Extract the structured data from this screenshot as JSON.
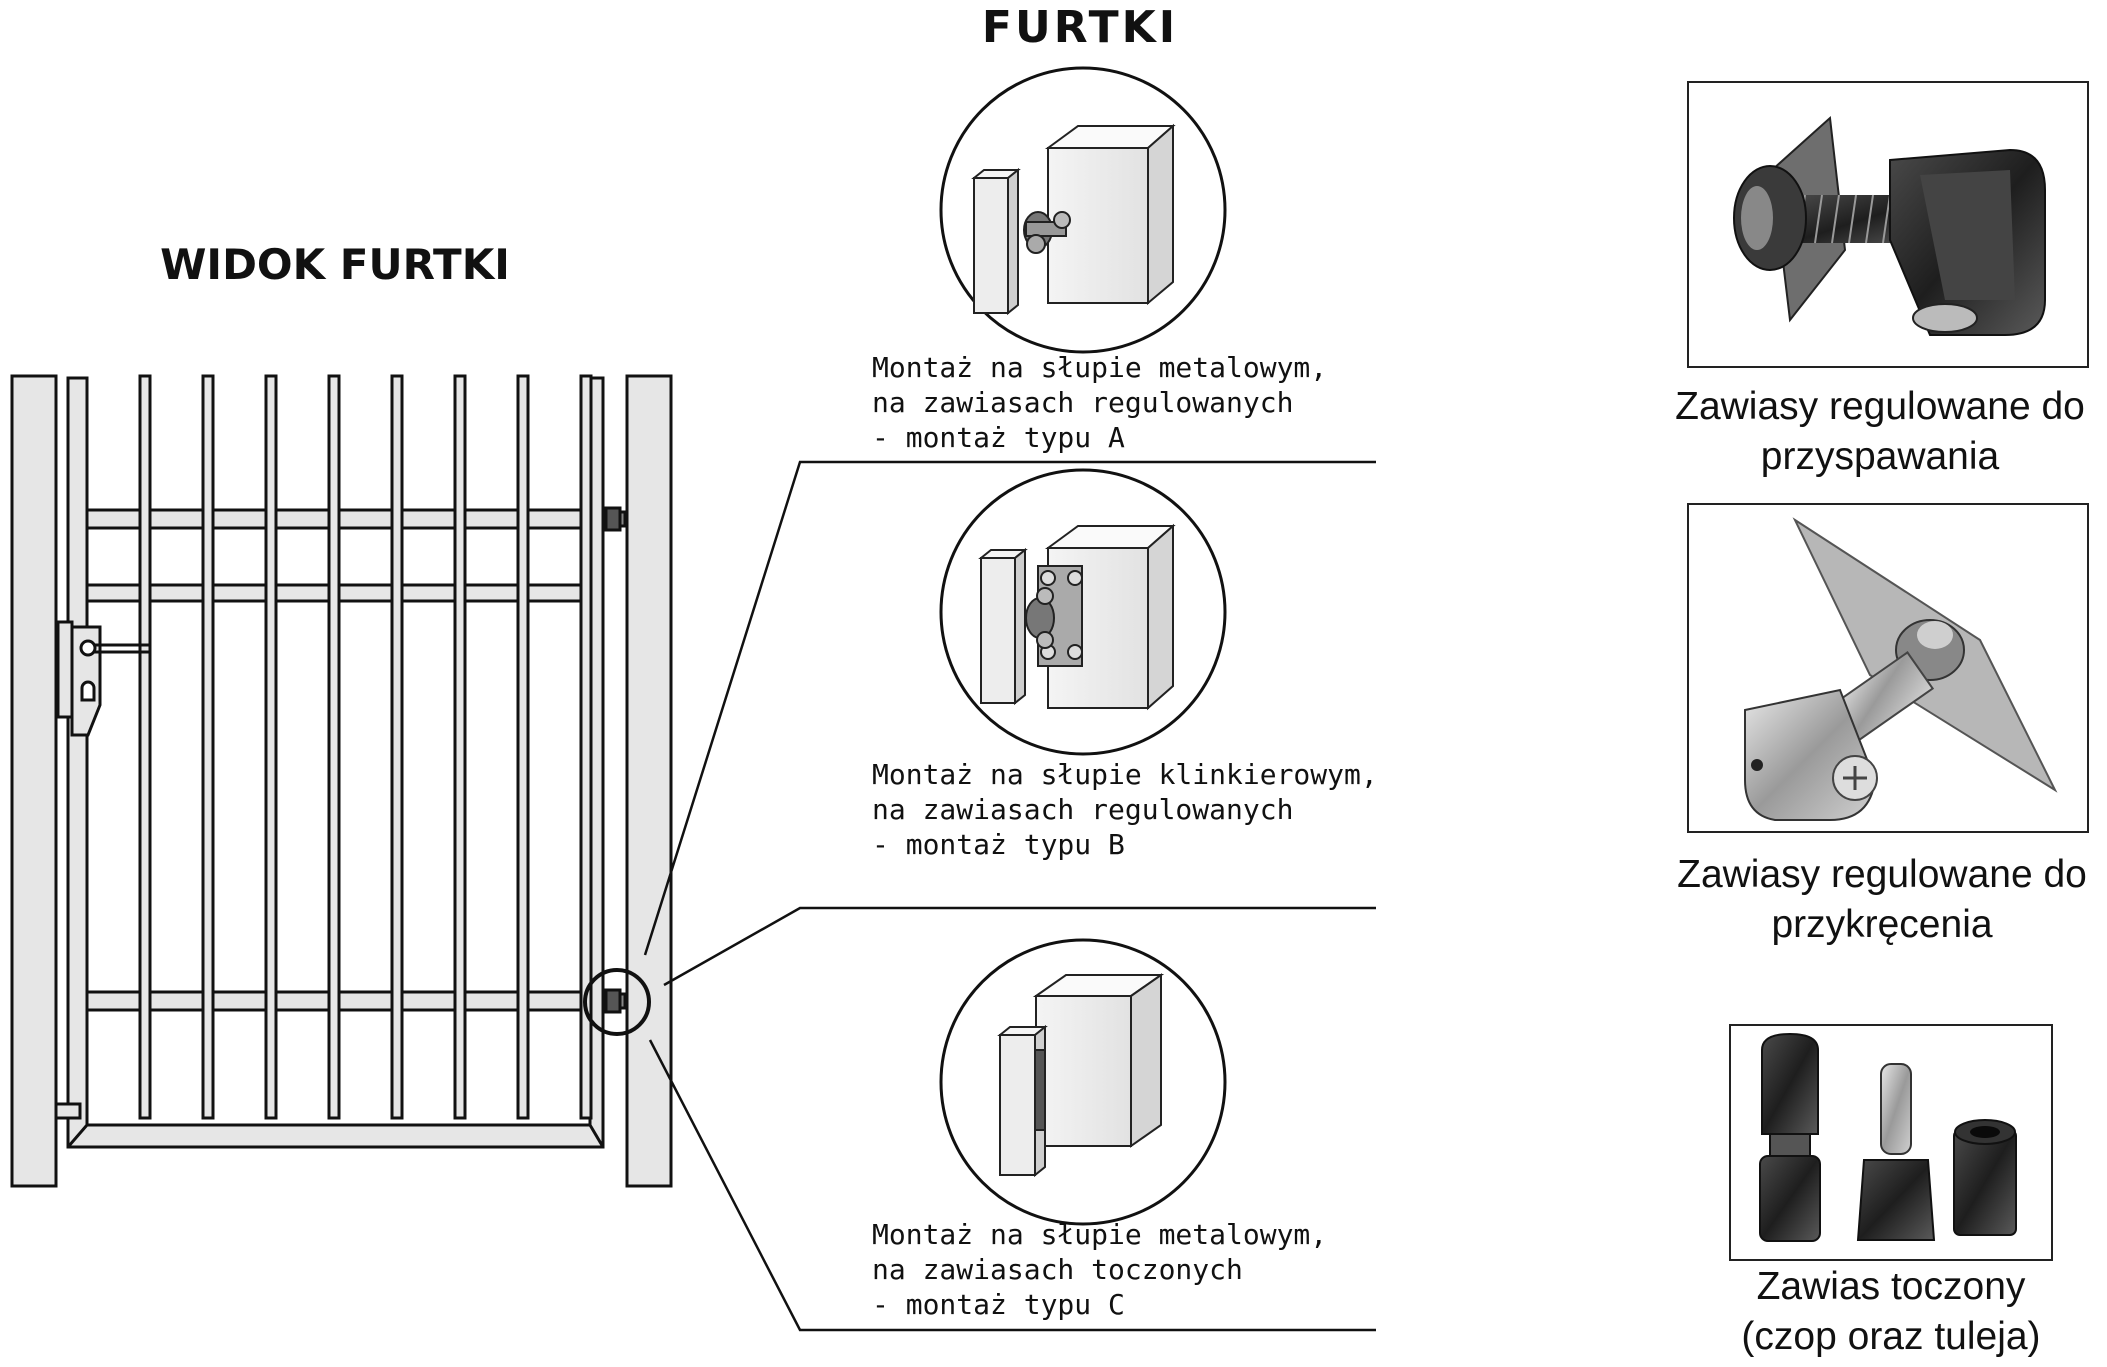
{
  "title": "FURTKI",
  "gate_view": {
    "title": "WIDOK FURTKI"
  },
  "mounting_types": [
    {
      "lines": [
        "Montaż na słupie metalowym,",
        "na zawiasach regulowanych",
        "- montaż typu A"
      ]
    },
    {
      "lines": [
        "Montaż na słupie klinkierowym,",
        "na zawiasach regulowanych",
        "- montaż typu B"
      ]
    },
    {
      "lines": [
        "Montaż na słupie metalowym,",
        "na zawiasach toczonych",
        "- montaż typu C"
      ]
    }
  ],
  "hinge_types": [
    {
      "icon": "weld-hinge-icon",
      "caption_lines": [
        "Zawiasy regulowane do",
        "przyspawania"
      ]
    },
    {
      "icon": "bolt-hinge-icon",
      "caption_lines": [
        "Zawiasy regulowane do",
        "przykręcenia"
      ]
    },
    {
      "icon": "turned-hinge-icon",
      "caption_lines": [
        "Zawias toczony",
        "(czop oraz tuleja)"
      ]
    }
  ]
}
